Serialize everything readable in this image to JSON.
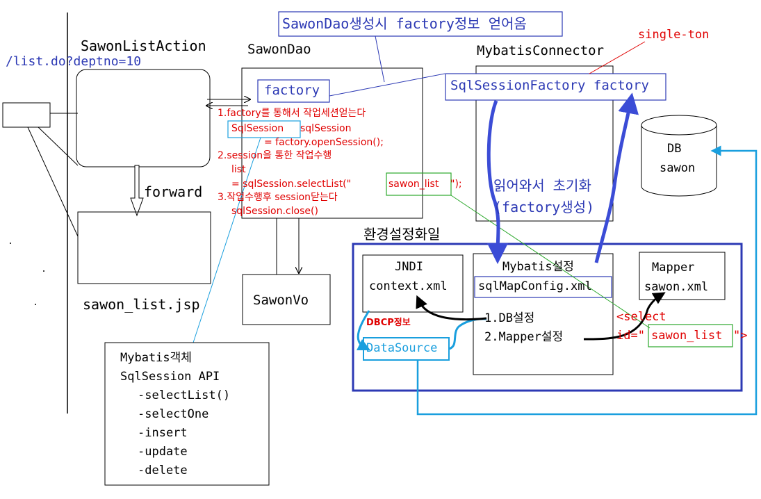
{
  "title_banner": "SawonDao생성시 factory정보 얻어옴",
  "single_ton": "single-ton",
  "url": "/list.do?deptno=10",
  "action_title": "SawonListAction",
  "dao_title": "SawonDao",
  "connector_title": "MybatisConnector",
  "factory_box": "factory",
  "ssf_box": "SqlSessionFactory factory",
  "dao_steps": {
    "step1": "1.factory를 통해서 작업세션얻는다",
    "sqlsession_kw": "SqlSession",
    "sqlsession_var": "sqlSession",
    "open_session": "= factory.openSession();",
    "step2": "2.session을 통한 작업수행",
    "list_kw": "list",
    "select_prefix": "= sqlSession.selectList(\"",
    "sawon_list": "sawon_list",
    "select_suffix": "\");",
    "step3": "3.작업수행후 session닫는다",
    "close": "sqlSession.close()"
  },
  "forward": "forward",
  "jsp": "sawon_list.jsp",
  "vo": "SawonVo",
  "db": {
    "line1": "DB",
    "line2": "sawon"
  },
  "init_note": {
    "line1": "읽어와서 초기화",
    "line2": "(factory생성)"
  },
  "config_title": "환경설정화일",
  "jndi": {
    "line1": "JNDI",
    "line2": "context.xml"
  },
  "mybatis_cfg": {
    "title": "Mybatis설정",
    "file": "sqlMapConfig.xml",
    "item1": "1.DB설정",
    "item2": "2.Mapper설정"
  },
  "mapper": {
    "line1": "Mapper",
    "line2": "sawon.xml"
  },
  "dbcp": "DBCP정보",
  "datasource": "DataSource",
  "select_tag": {
    "open": "<select",
    "id_prefix": "id=\"",
    "value": "sawon_list",
    "suffix": "\">"
  },
  "api_box": {
    "title": "Mybatis객체",
    "subtitle": "SqlSession API",
    "items": [
      "-selectList()",
      "-selectOne",
      "-insert",
      "-update",
      "-delete"
    ]
  },
  "colors": {
    "red": "#e00000",
    "blue_dark": "#2c39b4",
    "cyan": "#1a9fde",
    "green": "#2ca82c",
    "arrow_blue": "#3b4cd6"
  }
}
